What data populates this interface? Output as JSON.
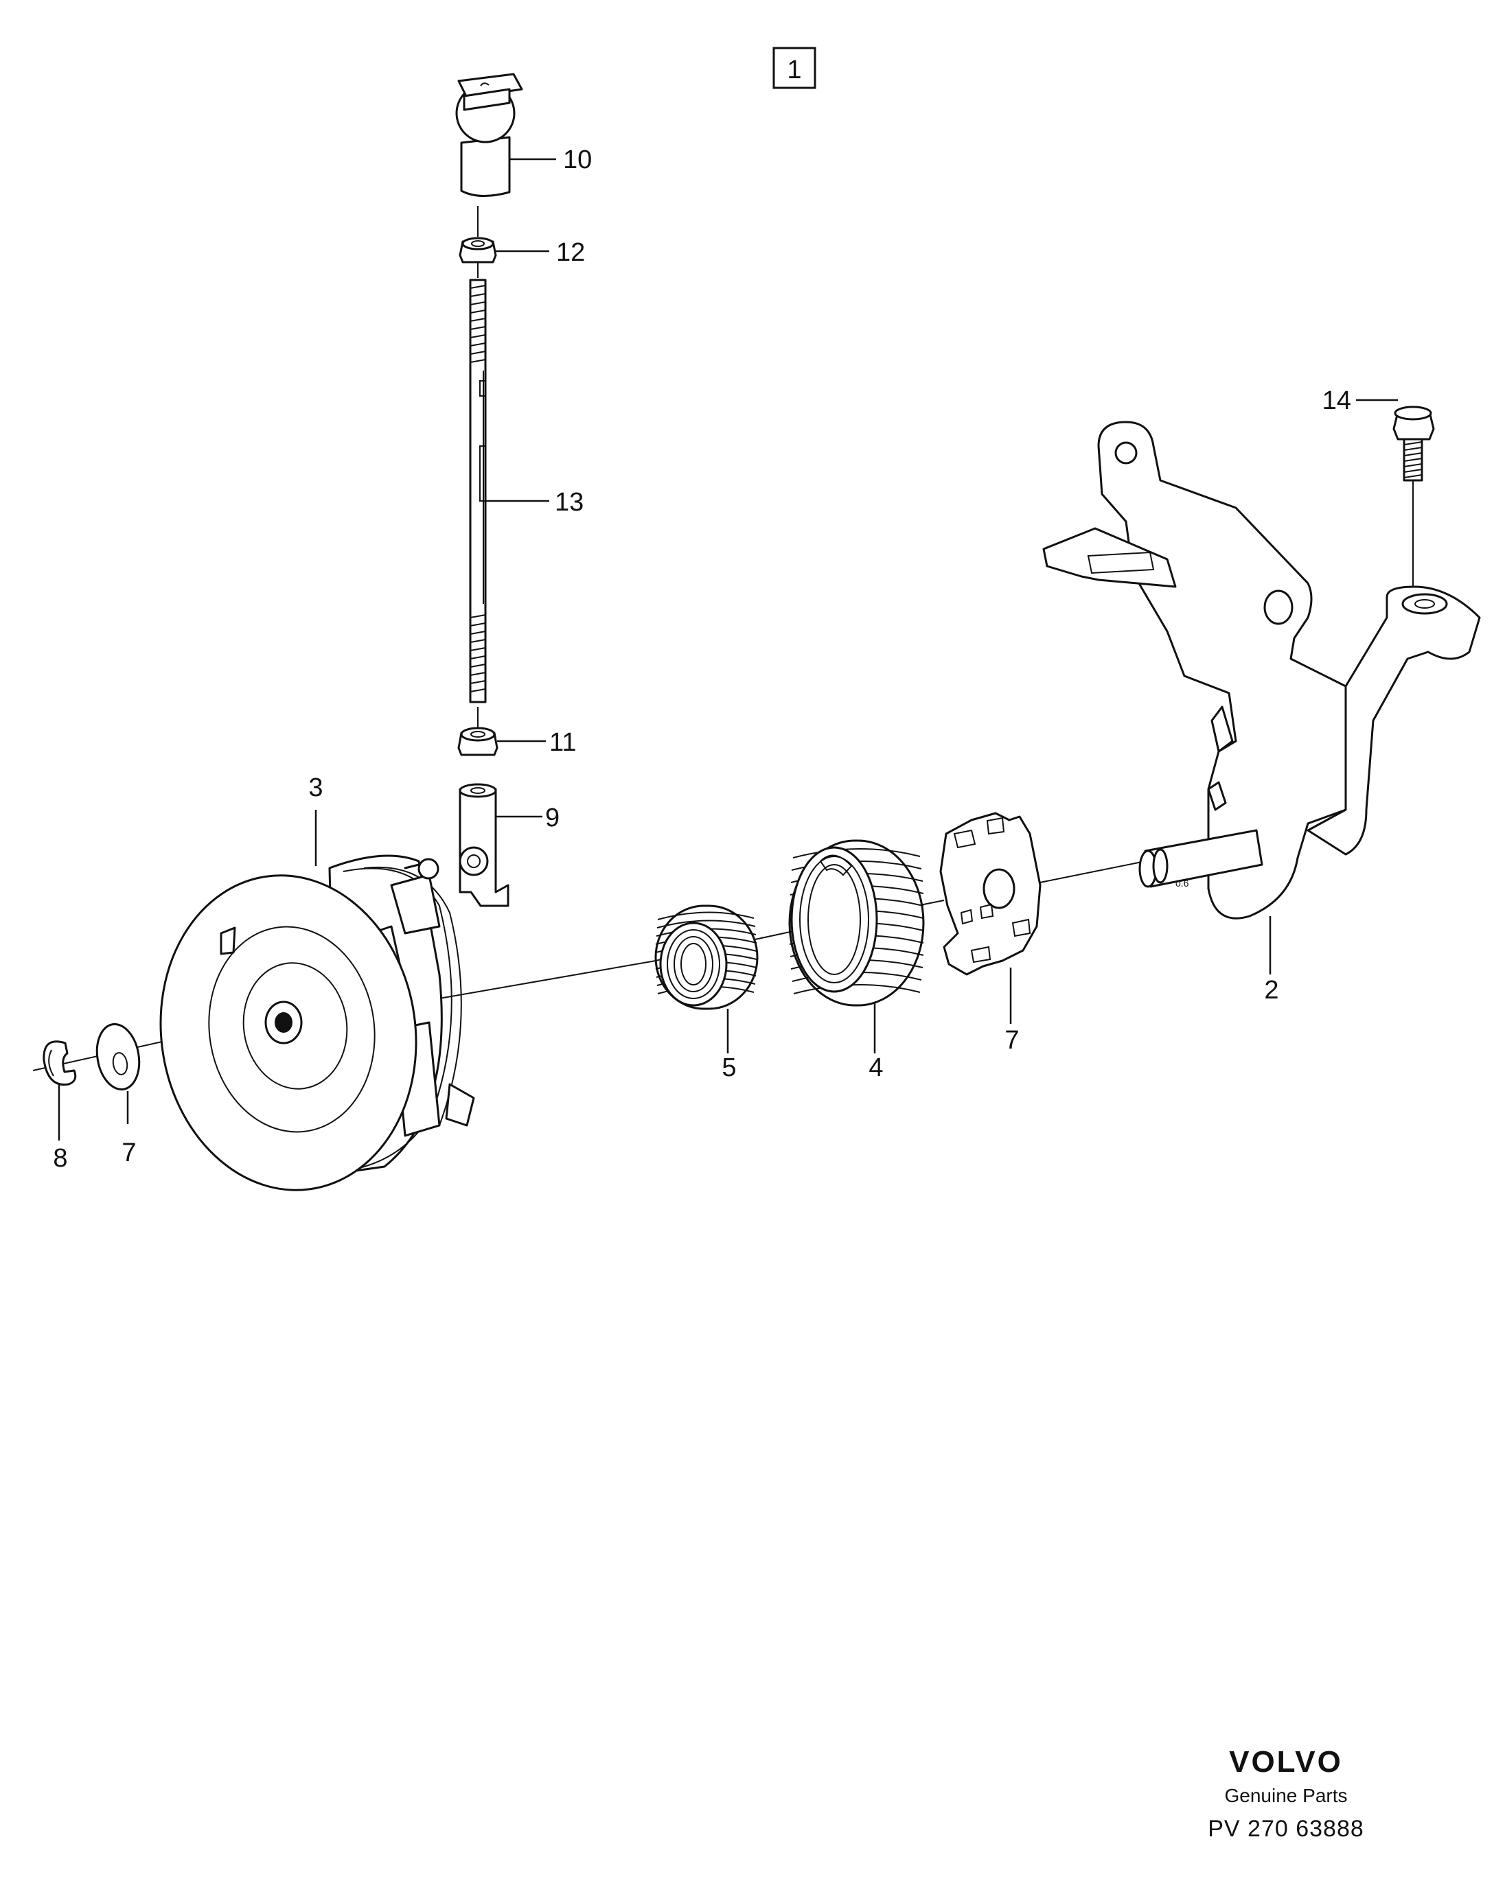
{
  "diagram": {
    "group_number": "1",
    "callouts": {
      "c2": "2",
      "c3": "3",
      "c4": "4",
      "c5": "5",
      "c7a": "7",
      "c7b": "7",
      "c8": "8",
      "c9": "9",
      "c10": "10",
      "c11": "11",
      "c12": "12",
      "c13": "13",
      "c14": "14"
    }
  },
  "branding": {
    "brand": "VOLVO",
    "tagline": "Genuine Parts",
    "code": "PV  270  63888"
  }
}
